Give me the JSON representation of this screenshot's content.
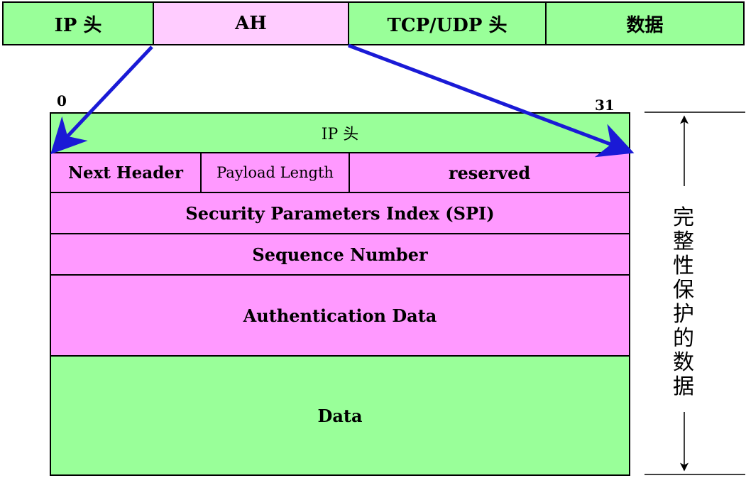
{
  "packet": {
    "ip_header": "IP 头",
    "ah": "AH",
    "tcp_udp_header": "TCP/UDP 头",
    "data": "数据"
  },
  "ah_detail": {
    "bit_start": "0",
    "bit_end": "31",
    "ip_header": "IP 头",
    "next_header": "Next Header",
    "payload_length": "Payload Length",
    "reserved": "reserved",
    "spi": "Security Parameters Index (SPI)",
    "sequence_number": "Sequence Number",
    "authentication_data": "Authentication Data",
    "data": "Data"
  },
  "integrity_label": [
    "完",
    "整",
    "性",
    "保",
    "护",
    "的",
    "数",
    "据"
  ],
  "colors": {
    "green": "#99ff99",
    "pink": "#ff99ff",
    "light_pink": "#ffccff",
    "arrow_blue": "#1a1ad6"
  }
}
